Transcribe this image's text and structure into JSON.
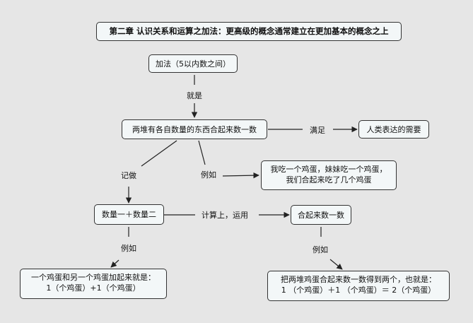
{
  "title": "第二章   认识关系和运算之加法：更高级的概念通常建立在更加基本的概念之上",
  "nodes": {
    "addition": "加法（5以内数之间）",
    "two_piles": "两堆有各自数量的东西合起来数一数",
    "human_need": "人类表达的需要",
    "example_eggs": [
      "我吃一个鸡蛋，妹妹吃一个鸡蛋，",
      "我们合起来吃了几个鸡蛋"
    ],
    "numbers_plus": "数量一＋数量二",
    "count_together": "合起来数一数",
    "left_example": [
      "一个鸡蛋和另一个鸡蛋加起来就是：",
      "1（个鸡蛋）+1（个鸡蛋）"
    ],
    "right_example": [
      "把两堆鸡蛋合起来数一数得到两个，也就是：",
      "1 （个鸡蛋）＋1 （个鸡蛋）＝   2（个鸡蛋）"
    ]
  },
  "labels": {
    "is": "就是",
    "satisfy": "满足",
    "record_as": "记做",
    "for_example_1": "例如",
    "calc_use": "计算上，运用",
    "for_example_2": "例如",
    "for_example_3": "例如"
  }
}
